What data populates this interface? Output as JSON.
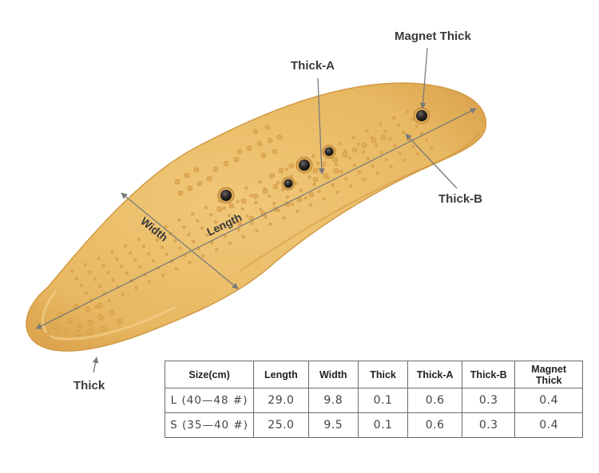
{
  "callouts": {
    "magnet_thick": "Magnet Thick",
    "thick_a": "Thick-A",
    "thick_b": "Thick-B",
    "thick": "Thick",
    "width": "Width",
    "length": "Length"
  },
  "colors": {
    "insole": "#e9bc67",
    "insole_edge": "#d59a3f",
    "magnet": "#2e2a2a",
    "arrow": "#7a7a7a"
  },
  "table": {
    "headers": [
      "Size(cm)",
      "Length",
      "Width",
      "Thick",
      "Thick-A",
      "Thick-B",
      "Magnet Thick"
    ],
    "rows": [
      [
        "L (40—48 #)",
        "29.0",
        "9.8",
        "0.1",
        "0.6",
        "0.3",
        "0.4"
      ],
      [
        "S (35—40 #)",
        "25.0",
        "9.5",
        "0.1",
        "0.6",
        "0.3",
        "0.4"
      ]
    ]
  }
}
